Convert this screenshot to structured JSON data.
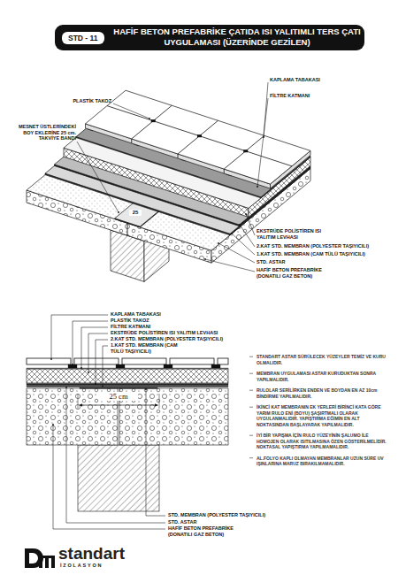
{
  "diagram": {
    "title": "HAFİF BETON PREFABRİKE ÇATIDA ISI YALITIMLI TERS ÇATI UYGULAMASI (ÜZERİNDE GEZİLEN)",
    "nodes": [
      {
        "text": [
          "STD - 11"
        ]
      }
    ],
    "labels": [
      "KAPLAMA TABAKASI",
      "FİLTRE KATMANI",
      "PLASTİK TAKOZ",
      "MESNET ÜSTLERİNDEKİ BOY EKLERİNE 25 cm. TAKVİYE BANDI",
      "25",
      "EKSTRÜDE POLİSTİREN ISI YALITIM LEVHASI",
      "2.KAT STD. MEMBRAN (POLYESTER TAŞIYICILI)",
      "1.KAT STD. MEMBRAN (CAM TÜLÜ TAŞIYICILI)",
      "STD. ASTAR",
      "HAFİF BETON PREFABRİKE (DONATILI GAZ BETON)",
      "KAPLAMA TABAKASI",
      "PLASTİK TAKOZ",
      "FİLTRE KATMANI",
      "EKSTRÜDE POLİSTİREN ISI YALITIM LEVHASI",
      "2.KAT STD. MEMBRAN (POLYESTER TAŞIYICILI)",
      "1.KAT STD. MEMBRAN (CAM TÜLÜ TAŞIYICILI)",
      "25 cm",
      "STD. MEMBRAN (POLYESTER TAŞIYICILI)",
      "STD. ASTAR",
      "HAFİF BETON PREFABRİKE (DONATILI GAZ BETON)",
      "STANDART ASTAR SÜRÜLECEK YÜZEYLER TEMİZ VE KURU OLMALIDIR.",
      "MEMBRAN UYGULAMASI ASTAR KURUDUKTAN SONRA YAPILMALIDIR.",
      "RULOLAR SERİLİRKEN ENDEN VE BOYDAN EN AZ 10cm BİNDİRME YAPILMALIDIR.",
      "İKİNCİ KAT MEMBRANIN EK YERLERİ BİRİNCİ KATA GÖRE YARIM RULO ENİ (BOYU) ŞAŞIRTMALI OLARAK UYGULANMALIDIR. YAPIŞTIRMA EĞİMİN EN ALT NOKTASINDAN BAŞLAYARAK YAPILMALIDIR.",
      "İYİ BİR YAPIŞMA İÇİN RULO YÜZEYİNİN ŞALUMO İLE HOMOJEN OLARAK ISITILMASINA ÖZEN GÖSTERİLMELİDİR. NOKTASAL YAPIŞTIRMA YAPILMAMALIDIR.",
      "AL.FOLYO KAPLI OLMAYAN MEMBRANLAR UZUN SÜRE UV IŞINLARINA MARUZ BIRAKILMAMALIDIR.",
      "standart",
      "İZOLASYON"
    ]
  }
}
